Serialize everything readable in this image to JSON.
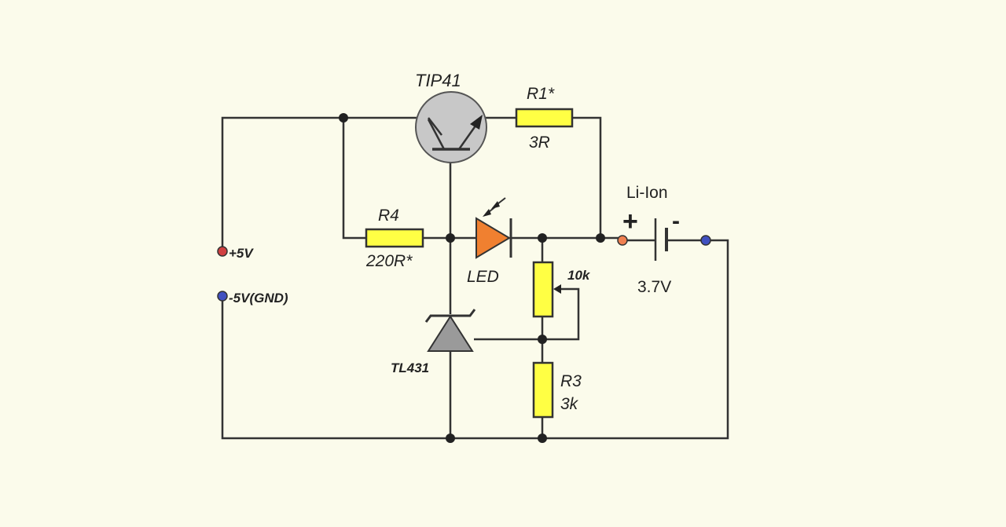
{
  "transistor": {
    "label": "TIP41"
  },
  "r1": {
    "name": "R1*",
    "value": "3R"
  },
  "r4": {
    "name": "R4",
    "value": "220R*"
  },
  "led": {
    "label": "LED"
  },
  "pot": {
    "value": "10k"
  },
  "r3": {
    "name": "R3",
    "value": "3k"
  },
  "zener": {
    "label": "TL431"
  },
  "battery": {
    "type": "Li-Ion",
    "voltage": "3.7V",
    "plus": "+",
    "minus": "-"
  },
  "terminals": {
    "positive": "+5V",
    "negative": "-5V(GND)"
  },
  "colors": {
    "background": "#fbfbeb",
    "resistor": "#ffff44",
    "led": "#f08030",
    "transistor": "#c8c8c8",
    "positive_terminal": "#d04040",
    "negative_terminal": "#4050c0",
    "battery_terminal": "#f08050"
  }
}
